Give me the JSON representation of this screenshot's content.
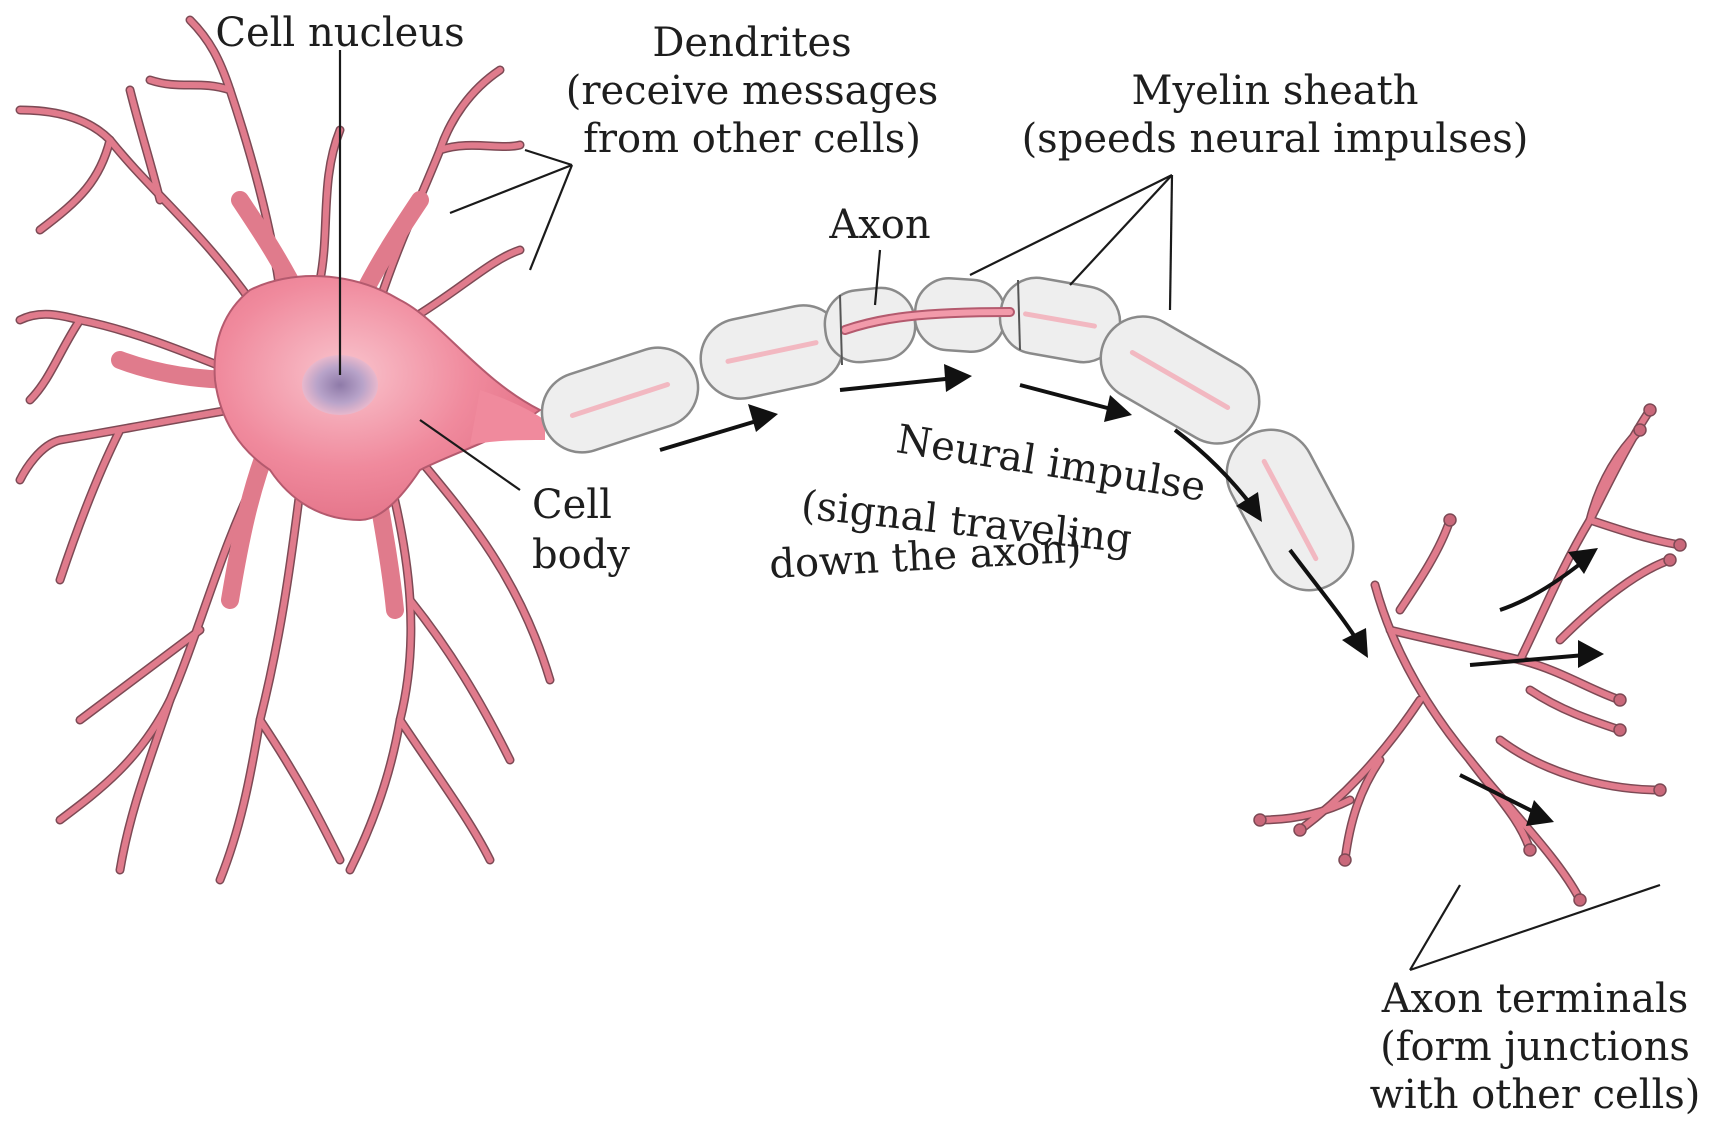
{
  "labels": {
    "cell_nucleus": "Cell nucleus",
    "dendrites": {
      "line1": "Dendrites",
      "line2": "(receive messages",
      "line3": "from other cells)"
    },
    "myelin_sheath": {
      "line1": "Myelin sheath",
      "line2": "(speeds neural impulses)"
    },
    "axon": "Axon",
    "cell_body": {
      "line1": "Cell",
      "line2": "body"
    },
    "neural_impulse": {
      "line1": "Neural impulse",
      "line2": "(signal traveling",
      "line3": "down the axon)"
    },
    "axon_terminals": {
      "line1": "Axon terminals",
      "line2": "(form junctions",
      "line3": "with other cells)"
    }
  },
  "colors": {
    "cell_pink": "#f07f94",
    "cell_pink_light": "#f6a4b2",
    "nucleus": "#b39ac4",
    "myelin": "#eeeeee",
    "outline": "#7d4a55",
    "arrow": "#111111"
  }
}
